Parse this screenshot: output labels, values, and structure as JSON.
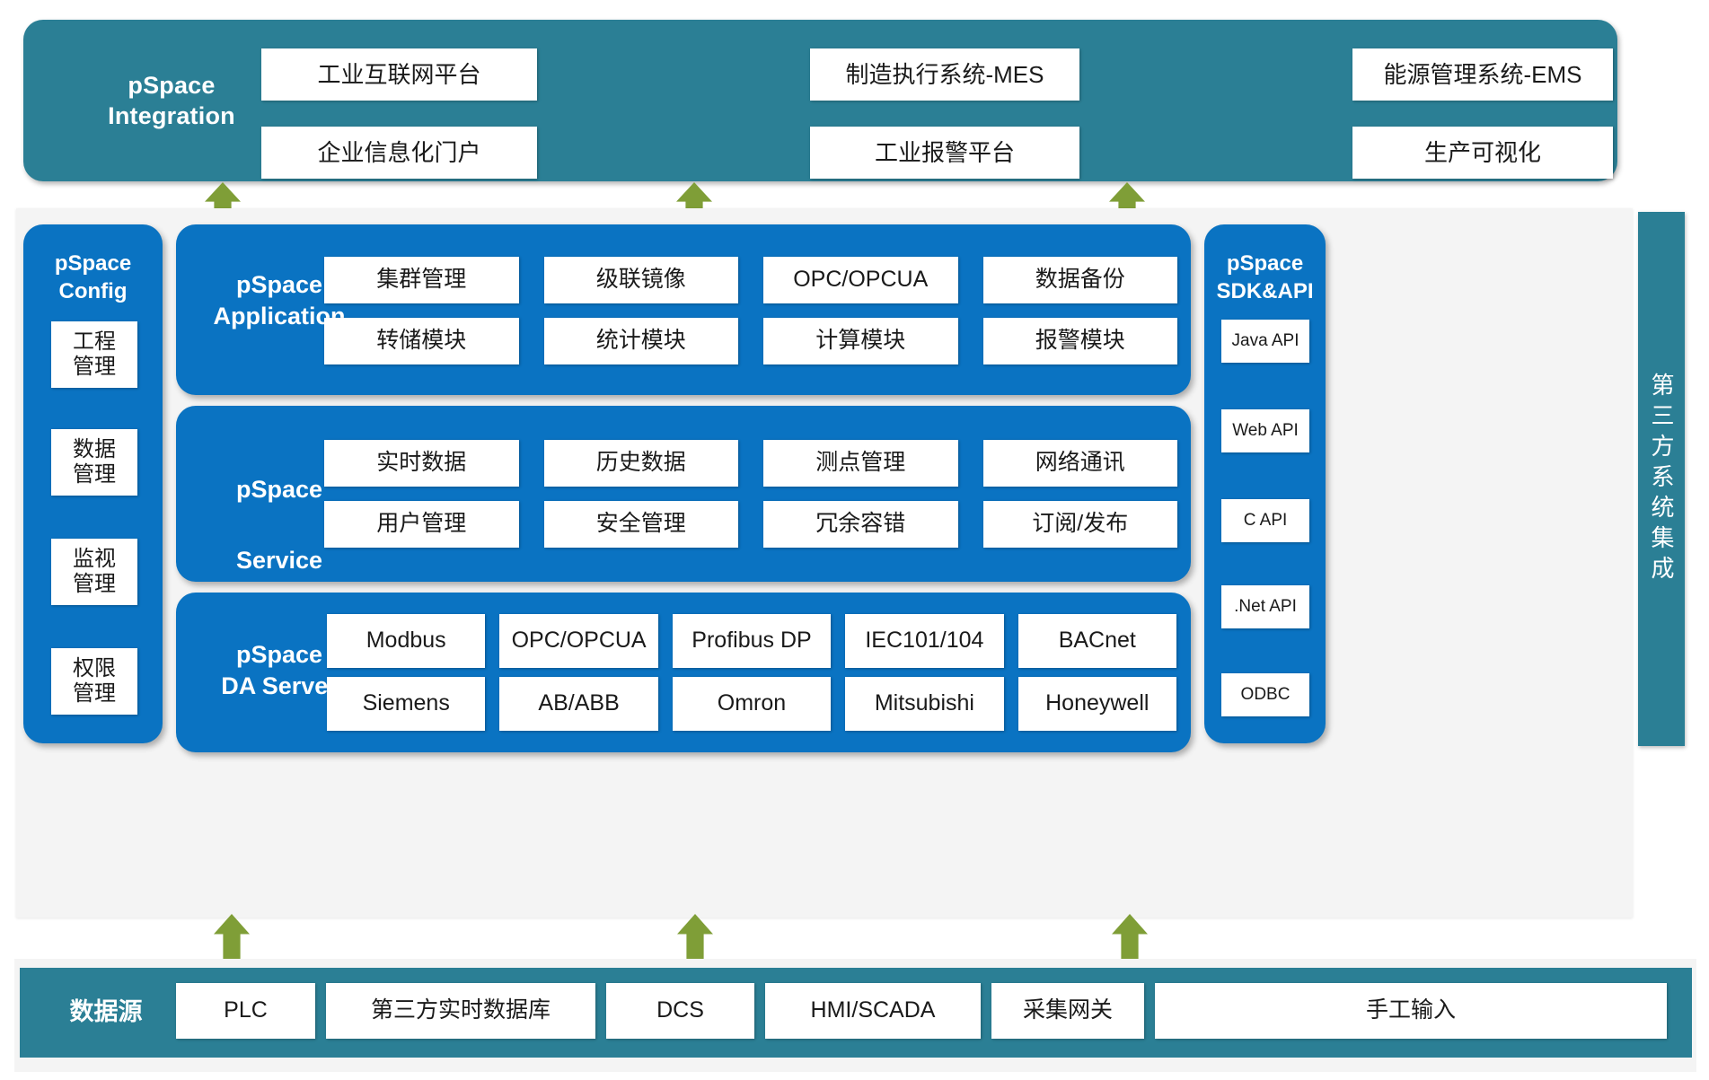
{
  "integration": {
    "title": "pSpace\nIntegration",
    "title_line1": "pSpace",
    "title_line2": "Integration",
    "columns": [
      {
        "top": "工业互联网平台",
        "bottom": "企业信息化门户"
      },
      {
        "top": "制造执行系统-MES",
        "bottom": "工业报警平台"
      },
      {
        "top": "能源管理系统-EMS",
        "bottom": "生产可视化"
      }
    ]
  },
  "config": {
    "title_line1": "pSpace",
    "title_line2": "Config",
    "items": [
      {
        "line1": "工程",
        "line2": "管理"
      },
      {
        "line1": "数据",
        "line2": "管理"
      },
      {
        "line1": "监视",
        "line2": "管理"
      },
      {
        "line1": "权限",
        "line2": "管理"
      }
    ]
  },
  "application": {
    "title_line1": "pSpace",
    "title_line2": "Application",
    "items": [
      "集群管理",
      "级联镜像",
      "OPC/OPCUA",
      "数据备份",
      "转储模块",
      "统计模块",
      "计算模块",
      "报警模块"
    ]
  },
  "service": {
    "title_line1": "pSpace",
    "title_line2": "Service",
    "items": [
      "实时数据",
      "历史数据",
      "测点管理",
      "网络通讯",
      "用户管理",
      "安全管理",
      "冗余容错",
      "订阅/发布"
    ]
  },
  "da_server": {
    "title_line1": "pSpace",
    "title_line2": "DA Server",
    "items": [
      "Modbus",
      "OPC/OPCUA",
      "Profibus DP",
      "IEC101/104",
      "BACnet",
      "Siemens",
      "AB/ABB",
      "Omron",
      "Mitsubishi",
      "Honeywell"
    ]
  },
  "sdk": {
    "title_line1": "pSpace",
    "title_line2": "SDK&API",
    "items": [
      "Java API",
      "Web API",
      "C API",
      ".Net API",
      "ODBC"
    ]
  },
  "third_party": {
    "label": "第三方系统集成"
  },
  "datasource": {
    "title": "数据源",
    "items": [
      "PLC",
      "第三方实时数据库",
      "DCS",
      "HMI/SCADA",
      "采集网关",
      "手工输入"
    ]
  },
  "colors": {
    "teal": "#2b7f95",
    "blue": "#0a73c2",
    "arrow_green": "#7f9e37",
    "tile_bg": "#ffffff",
    "frame_bg": "#f4f4f4"
  }
}
